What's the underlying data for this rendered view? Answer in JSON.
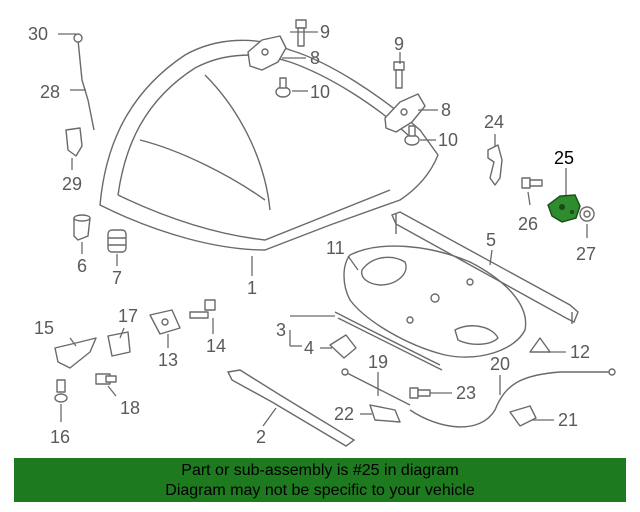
{
  "callouts": {
    "c1": "1",
    "c2": "2",
    "c3": "3",
    "c4": "4",
    "c5": "5",
    "c6": "6",
    "c7": "7",
    "c8a": "8",
    "c8b": "8",
    "c9a": "9",
    "c9b": "9",
    "c10a": "10",
    "c10b": "10",
    "c11": "11",
    "c12": "12",
    "c13": "13",
    "c14": "14",
    "c15": "15",
    "c16": "16",
    "c17": "17",
    "c18": "18",
    "c19": "19",
    "c20": "20",
    "c21": "21",
    "c22": "22",
    "c23": "23",
    "c24": "24",
    "c25": "25",
    "c26": "26",
    "c27": "27",
    "c28": "28",
    "c29": "29",
    "c30": "30"
  },
  "highlight": {
    "part_number": "25",
    "color": "#2e8b2e"
  },
  "banner": {
    "line1": "Part or sub-assembly is #25 in diagram",
    "line2": "Diagram may not be specific to your vehicle",
    "background": "#1e7a1e"
  }
}
